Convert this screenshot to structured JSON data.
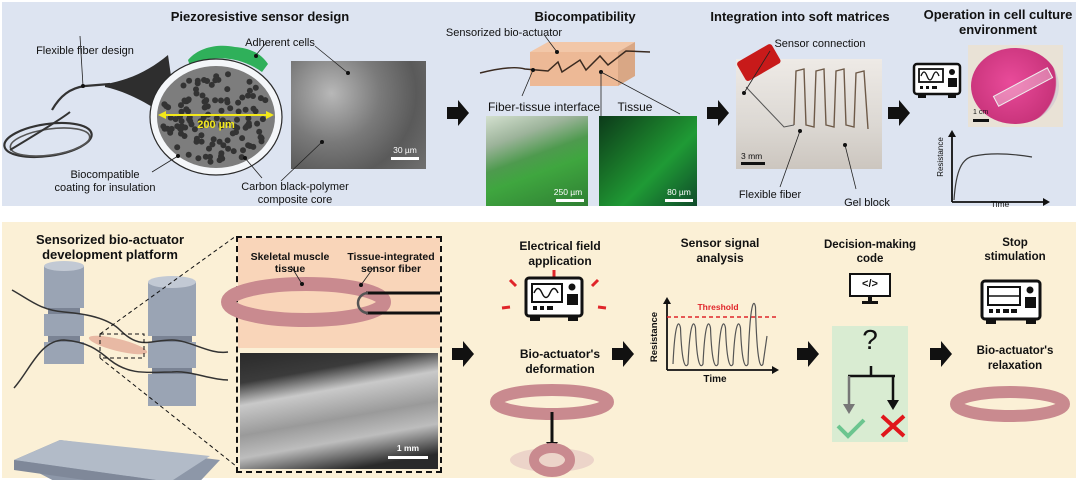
{
  "top": {
    "sensor_design": {
      "title": "Piezoresistive sensor design",
      "labels": {
        "flexible_fiber": "Flexible fiber design",
        "adherent_cells": "Adherent cells",
        "diameter": "200 µm",
        "coating_line1": "Biocompatible",
        "coating_line2": "coating for insulation",
        "core_line1": "Carbon black-polymer",
        "core_line2": "composite core",
        "sem_scale": "30 µm"
      }
    },
    "biocompatibility": {
      "title": "Biocompatibility",
      "labels": {
        "bio_actuator": "Sensorized bio-actuator",
        "interface": "Fiber-tissue interface",
        "tissue": "Tissue",
        "interface_scale": "250 µm",
        "tissue_scale": "80 µm"
      }
    },
    "integration": {
      "title": "Integration into soft matrices",
      "labels": {
        "sensor_connection": "Sensor connection",
        "flexible_fiber": "Flexible fiber",
        "gel_block": "Gel block",
        "scale": "3 mm"
      }
    },
    "operation": {
      "title_line1": "Operation in cell culture",
      "title_line2": "environment",
      "dish_scale": "1 cm",
      "chart": {
        "ylabel": "Resistance",
        "xlabel": "Time"
      }
    }
  },
  "bottom": {
    "platform": {
      "title_line1": "Sensorized bio-actuator",
      "title_line2": "development platform",
      "inset": {
        "muscle_line1": "Skeletal muscle",
        "muscle_line2": "tissue",
        "fiber_line1": "Tissue-integrated",
        "fiber_line2": "sensor fiber",
        "scale": "1 mm"
      }
    },
    "electrical": {
      "title_line1": "Electrical field",
      "title_line2": "application",
      "deform_line1": "Bio-actuator's",
      "deform_line2": "deformation"
    },
    "signal": {
      "title_line1": "Sensor signal",
      "title_line2": "analysis",
      "threshold": "Threshold",
      "ylabel": "Resistance",
      "xlabel": "Time"
    },
    "decision": {
      "title_line1": "Decision-making",
      "title_line2": "code",
      "code_glyph": "</>",
      "question": "?"
    },
    "stop": {
      "title_line1": "Stop",
      "title_line2": "stimulation",
      "relax_line1": "Bio-actuator's",
      "relax_line2": "relaxation"
    }
  },
  "colors": {
    "top_bg": "#dde4f1",
    "bottom_bg": "#fbf0d6",
    "threshold": "#e0252a",
    "check": "#6cc58f",
    "cross": "#e0161b",
    "decision_bg": "#d9ecd2",
    "tissue": "#c98a8f",
    "diameter": "#f3e81a"
  }
}
